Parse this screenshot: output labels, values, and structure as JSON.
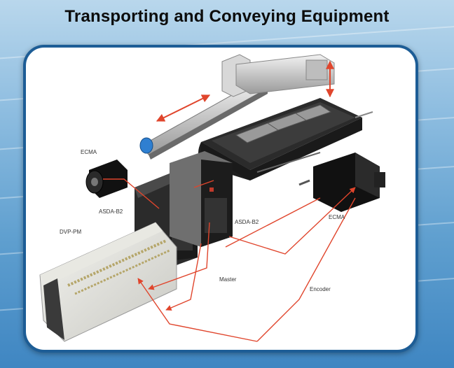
{
  "title": "Transporting and Conveying Equipment",
  "labels": {
    "ecma_left": "ECMA",
    "asda_left": "ASDA-B2",
    "asda_right": "ASDA-B2",
    "ecma_right": "ECMA",
    "dvp": "DVP-PM",
    "master": "Master",
    "encoder": "Encoder"
  },
  "colors": {
    "frame": "#1d5d96",
    "wire": "#e0452c",
    "background_top": "#b9d7ec",
    "background_bottom": "#3f86c2"
  }
}
